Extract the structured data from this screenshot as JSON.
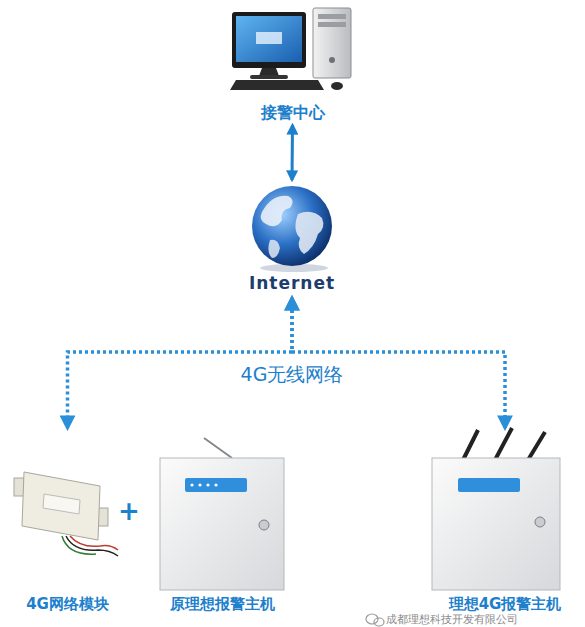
{
  "diagram": {
    "nodes": [
      {
        "text": [
          "接警中心"
        ]
      },
      {
        "text": [
          "Internet"
        ]
      },
      {
        "text": [
          "4G网络模块"
        ]
      },
      {
        "text": [
          "原理想报警主机"
        ]
      },
      {
        "text": [
          "理想4G报警主机"
        ]
      }
    ],
    "edges": [
      {
        "from": 0,
        "to": 1,
        "arrow": "both"
      },
      {
        "from": 1,
        "to": 2,
        "label": "4G无线网络",
        "arrow": "both"
      },
      {
        "from": 1,
        "to": 4,
        "arrow": "both"
      }
    ],
    "labels": [
      "+",
      "成都理想科技开发有限公司"
    ]
  }
}
